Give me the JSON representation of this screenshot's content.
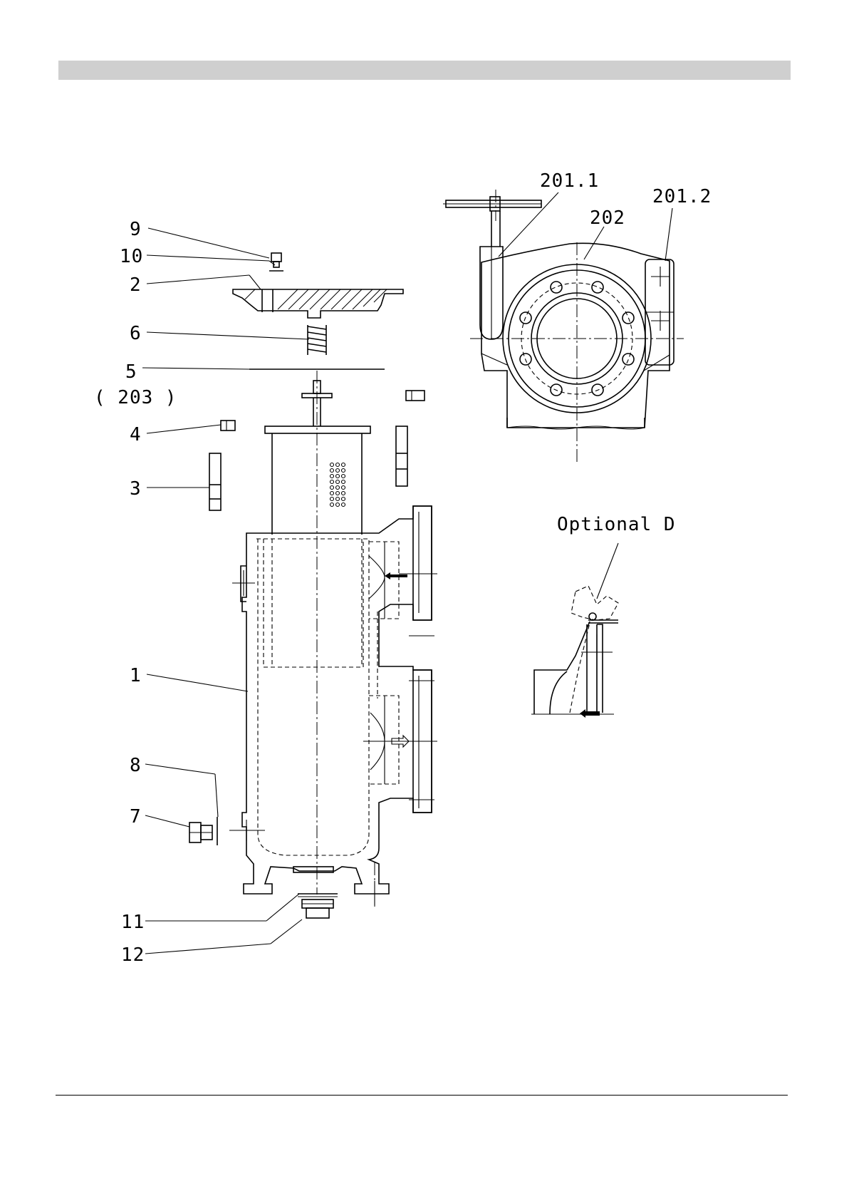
{
  "labels": {
    "l9": "9",
    "l10": "10",
    "l2": "2",
    "l6": "6",
    "l5": "5",
    "l203": "( 203 )",
    "l4": "4",
    "l3": "3",
    "l1": "1",
    "l8": "8",
    "l7": "7",
    "l11": "11",
    "l12": "12",
    "l201_1": "201.1",
    "l202": "202",
    "l201_2": "201.2",
    "optional": "Optional D"
  }
}
